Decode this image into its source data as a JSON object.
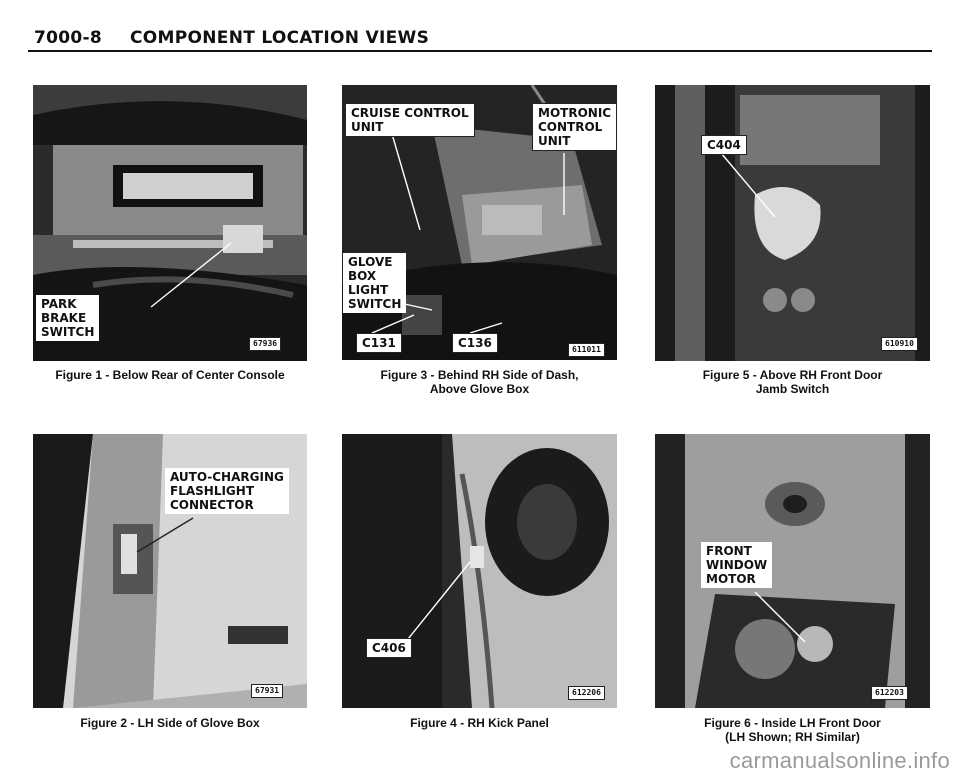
{
  "header": {
    "page_number": "7000-8",
    "title": "COMPONENT LOCATION VIEWS"
  },
  "figures": [
    {
      "caption": "Figure 1 - Below Rear of Center Console",
      "callouts": [
        "PARK\nBRAKE\nSWITCH"
      ],
      "photo_code": "67936"
    },
    {
      "caption": "Figure 3 - Behind RH Side of Dash,\nAbove Glove Box",
      "callouts": [
        "CRUISE CONTROL\nUNIT",
        "MOTRONIC\nCONTROL\nUNIT",
        "GLOVE\nBOX\nLIGHT\nSWITCH",
        "C131",
        "C136"
      ],
      "photo_code": "611011"
    },
    {
      "caption": "Figure 5 - Above RH Front Door\nJamb Switch",
      "callouts": [
        "C404"
      ],
      "photo_code": "610910"
    },
    {
      "caption": "Figure 2 - LH Side of Glove Box",
      "callouts": [
        "AUTO-CHARGING\nFLASHLIGHT\nCONNECTOR"
      ],
      "photo_code": "67931"
    },
    {
      "caption": "Figure 4 - RH Kick Panel",
      "callouts": [
        "C406"
      ],
      "photo_code": "612206"
    },
    {
      "caption": "Figure 6 - Inside LH Front Door\n(LH Shown; RH Similar)",
      "callouts": [
        "FRONT\nWINDOW\nMOTOR"
      ],
      "photo_code": "612203"
    }
  ],
  "watermark": "carmanualsonline.info"
}
